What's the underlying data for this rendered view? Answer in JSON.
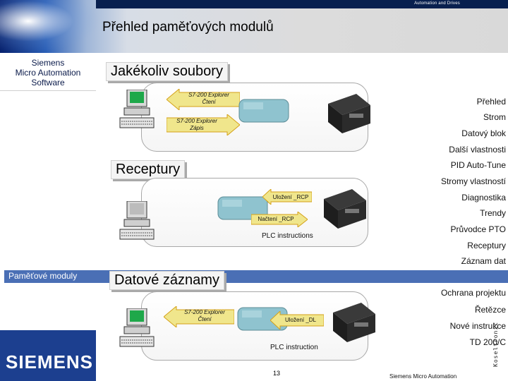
{
  "header": {
    "brand_small": "Automation and Drives",
    "title": "Přehled paměťových modulů"
  },
  "sidebar": {
    "heading_line1": "Siemens",
    "heading_line2": "Micro Automation",
    "heading_line3": "Software",
    "items": [
      {
        "label": "Přehled"
      },
      {
        "label": "Strom"
      },
      {
        "label": "Datový blok"
      },
      {
        "label": "Další vlastnosti"
      },
      {
        "label": "PID Auto-Tune"
      },
      {
        "label": "Stromy vlastností"
      },
      {
        "label": "Diagnostika"
      },
      {
        "label": "Trendy"
      },
      {
        "label": "Průvodce PTO"
      },
      {
        "label": "Receptury"
      },
      {
        "label": "Záznam dat"
      },
      {
        "label": "Paměťové moduly"
      },
      {
        "label": "Ochrana projektu"
      },
      {
        "label": "Řetězce"
      },
      {
        "label": "Nové instrukce"
      },
      {
        "label": "TD 200/C"
      }
    ],
    "logo_text": "SIEMENS"
  },
  "sections": [
    {
      "label": "Jakékoliv soubory",
      "arrow_left_label": "S7-200 Explorer\nČtení",
      "arrow_right_label": "S7-200 Explorer\nZápis"
    },
    {
      "label": "Receptury",
      "arrow_left_label": "Uložení _RCP",
      "arrow_left2_label": "Načtení _RCP",
      "plc_text": "PLC instructions"
    },
    {
      "label": "Datové záznamy",
      "arrow_left_label": "S7-200 Explorer\nČtení",
      "arrow_left2_label": "Uložení _DL",
      "plc_text": "PLC instruction"
    }
  ],
  "footer": {
    "page_number": "13",
    "brand": "Siemens Micro Automation",
    "vertical": "Koseltronic"
  },
  "colors": {
    "arrow_fill": "#f0e68c",
    "arrow_stroke": "#d4a017",
    "nav_active_bg": "#4a6fb5",
    "module_fill": "#8fc3cf"
  }
}
